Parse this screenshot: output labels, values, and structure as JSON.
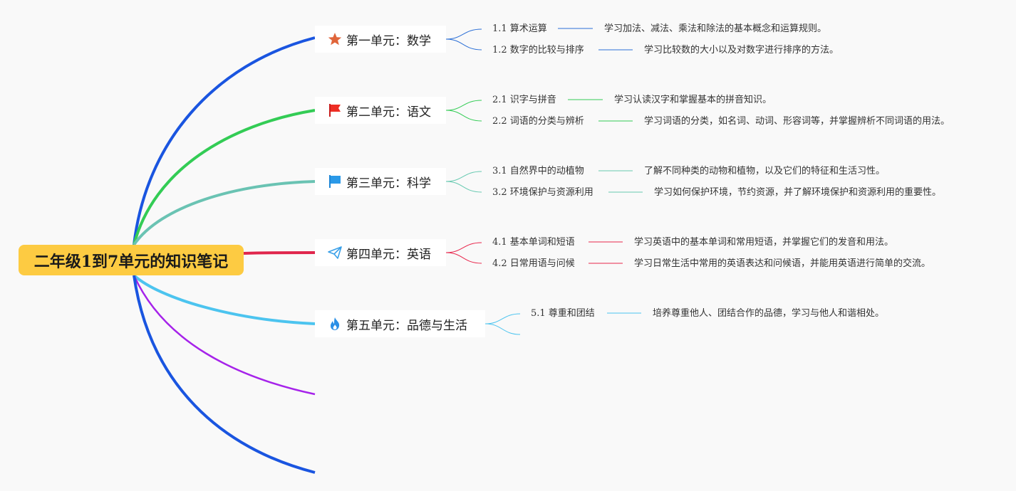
{
  "root": {
    "title": "二年级1到7单元的知识笔记"
  },
  "units": [
    {
      "title": "第一单元：数学",
      "icon": "star-icon",
      "color": "#2b6fd6",
      "items": [
        {
          "topic": "1.1 算术运算",
          "desc": "学习加法、减法、乘法和除法的基本概念和运算规则。"
        },
        {
          "topic": "1.2 数字的比较与排序",
          "desc": "学习比较数的大小以及对数字进行排序的方法。"
        }
      ]
    },
    {
      "title": "第二单元：语文",
      "icon": "flag-icon",
      "color": "#33cc55",
      "items": [
        {
          "topic": "2.1 识字与拼音",
          "desc": "学习认读汉字和掌握基本的拼音知识。"
        },
        {
          "topic": "2.2 词语的分类与辨析",
          "desc": "学习词语的分类，如名词、动词、形容词等，并掌握辨析不同词语的用法。"
        }
      ]
    },
    {
      "title": "第三单元：科学",
      "icon": "blue-flag-icon",
      "color": "#66c9b0",
      "items": [
        {
          "topic": "3.1 自然界中的动植物",
          "desc": "了解不同种类的动物和植物，以及它们的特征和生活习性。"
        },
        {
          "topic": "3.2 环境保护与资源利用",
          "desc": "学习如何保护环境，节约资源，并了解环境保护和资源利用的重要性。"
        }
      ]
    },
    {
      "title": "第四单元：英语",
      "icon": "paper-plane-icon",
      "color": "#e8264c",
      "items": [
        {
          "topic": "4.1 基本单词和短语",
          "desc": "学习英语中的基本单词和常用短语，并掌握它们的发音和用法。"
        },
        {
          "topic": "4.2 日常用语与问候",
          "desc": "学习日常生活中常用的英语表达和问候语，并能用英语进行简单的交流。"
        }
      ]
    },
    {
      "title": "第五单元：品德与生活",
      "icon": "flame-icon",
      "color": "#4cc4ef",
      "items": [
        {
          "topic": "5.1 尊重和团结",
          "desc": "培养尊重他人、团结合作的品德，学习与他人和谐相处。"
        }
      ]
    }
  ]
}
